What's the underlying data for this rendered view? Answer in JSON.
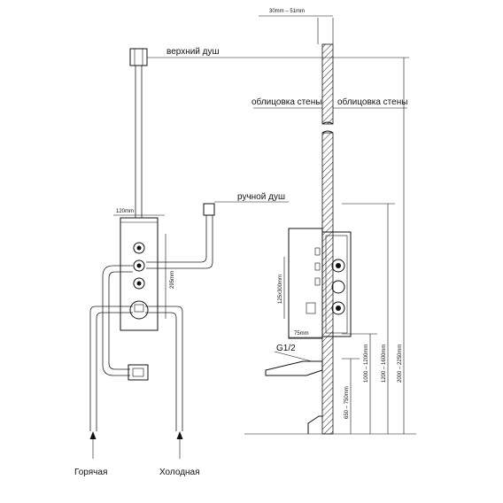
{
  "labels": {
    "top_shower": "верхний душ",
    "wall_cladding_left": "облицовка стены",
    "wall_cladding_right": "облицовка стены",
    "hand_shower": "ручной душ",
    "hot": "Горячая",
    "cold": "Холодная",
    "wall_thickness": "30mm  –  51mm",
    "panel_width": "120mm",
    "panel_height": "295mm",
    "box_height": "125x300mm",
    "depth": "75mm",
    "thread": "G1/2",
    "dim_650_750": "650 – 750mm",
    "dim_1000_1200": "1000 – 1200mm",
    "dim_1200_1600": "1200 – 1600mm",
    "dim_2000_2250": "2000 – 2250mm"
  }
}
